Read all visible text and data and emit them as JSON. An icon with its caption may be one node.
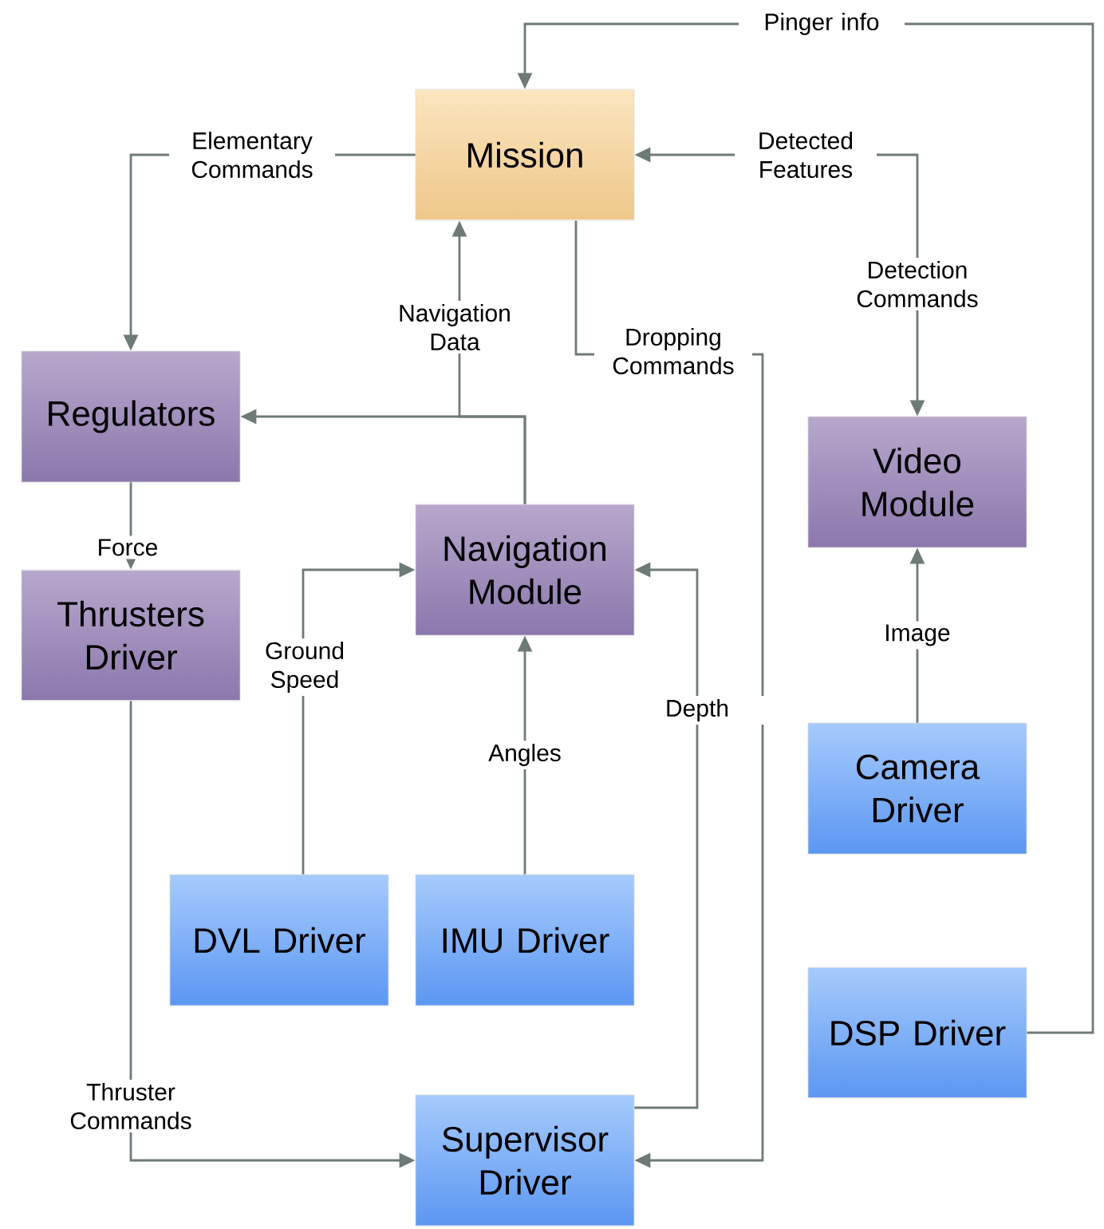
{
  "diagram": {
    "nodes": [
      {
        "text": [
          "Mission"
        ]
      },
      {
        "text": [
          "Regulators"
        ]
      },
      {
        "text": [
          "Video Module"
        ]
      },
      {
        "text": [
          "Navigation Module"
        ]
      },
      {
        "text": [
          "Thrusters Driver"
        ]
      },
      {
        "text": [
          "Camera Driver"
        ]
      },
      {
        "text": [
          "DVL Driver"
        ]
      },
      {
        "text": [
          "IMU Driver"
        ]
      },
      {
        "text": [
          "DSP Driver"
        ]
      },
      {
        "text": [
          "Supervisor Driver"
        ]
      }
    ],
    "edges": [
      {
        "from": 0,
        "to": 1,
        "arrow": "to",
        "label": "Elementary Commands"
      },
      {
        "from": 0,
        "to": 2,
        "arrow": "both",
        "label": "Detected Features"
      },
      {
        "from": 8,
        "to": 0,
        "arrow": "to",
        "label": "Pinger info"
      },
      {
        "from": 3,
        "to": 0,
        "arrow": "to",
        "label": "Navigation Data"
      },
      {
        "from": 3,
        "to": 1,
        "arrow": "to"
      },
      {
        "from": 0,
        "to": 9,
        "arrow": "to",
        "label": "Dropping Commands"
      },
      {
        "from": 1,
        "to": 4,
        "arrow": "to",
        "label": "Force"
      },
      {
        "from": 6,
        "to": 3,
        "arrow": "to",
        "label": "Ground Speed"
      },
      {
        "from": 7,
        "to": 3,
        "arrow": "to",
        "label": "Angles"
      },
      {
        "from": 9,
        "to": 3,
        "arrow": "to",
        "label": "Depth"
      },
      {
        "from": 5,
        "to": 2,
        "arrow": "to",
        "label": "Image"
      },
      {
        "from": 4,
        "to": 9,
        "arrow": "to",
        "label": "Thruster Commands"
      }
    ],
    "labels": [
      "Detection Commands"
    ]
  }
}
